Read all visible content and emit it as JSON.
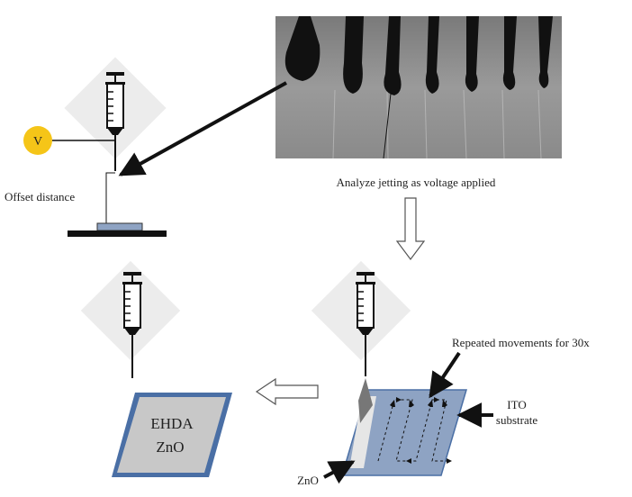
{
  "labels": {
    "voltage": "V",
    "offset_distance": "Offset distance",
    "analyze": "Analyze jetting as voltage applied",
    "repeated": "Repeated movements for 30x",
    "ito_line1": "ITO",
    "ito_line2": "substrate",
    "zno": "ZnO",
    "ehda_line1": "EHDA",
    "ehda_line2": "ZnO"
  },
  "colors": {
    "voltage_source": "#f5c518",
    "substrate_blue": "#8ea3c3",
    "substrate_border": "#4a6fa5",
    "ehda_fill": "#c8c8c8",
    "diamond_bg": "#ececec"
  },
  "icons": [
    "syringe-icon",
    "voltage-source-icon",
    "arrow-down-icon",
    "arrow-left-icon"
  ]
}
